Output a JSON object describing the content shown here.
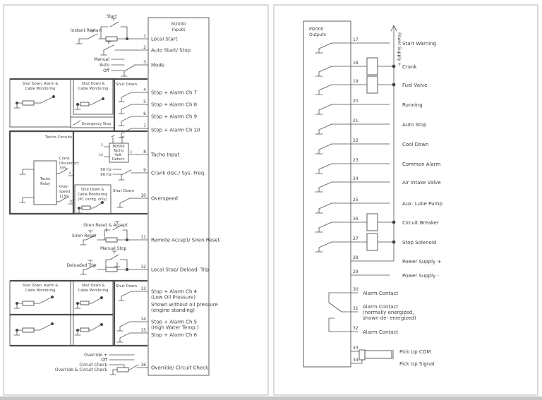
{
  "colors": {
    "line": "#4d4d4d",
    "text": "#3f3f3f",
    "frame": "#c6c6c6",
    "background": "#ffffff"
  },
  "left": {
    "title_line1": "M2000",
    "title_line2": "Inputs",
    "pins": [
      {
        "num": "1",
        "label": "Local Start"
      },
      {
        "num": "2",
        "label": "Auto Start/ Stop"
      },
      {
        "num": "3",
        "label": "Mode"
      },
      {
        "num": "4",
        "label": "Stop + Alarm Ch 7"
      },
      {
        "num": "5",
        "label": "Stop + Alarm Ch 8"
      },
      {
        "num": "6",
        "label": "Stop + Alarm Ch 9"
      },
      {
        "num": "7",
        "label": "Stop + Alarm Ch 10"
      },
      {
        "num": "8",
        "label": "Tacho Input"
      },
      {
        "num": "9",
        "label": "Crank disc./ Sys. Freq."
      },
      {
        "num": "10",
        "label": "Overspeed"
      },
      {
        "num": "11",
        "label": "Remote Accept/ Siren Reset"
      },
      {
        "num": "12",
        "label": "Local Stop/ Deload. Trip"
      },
      {
        "num": "13",
        "label": "Stop + Alarm Ch 4",
        "label2": "(Low Oil Pressure)",
        "note1": "Shown without oil pressure",
        "note2": "(engine standing)"
      },
      {
        "num": "14",
        "label": "Stop + Alarm Ch 5",
        "label2": "(High Water Temp.)"
      },
      {
        "num": "15",
        "label": "Stop + Alarm Ch 6"
      },
      {
        "num": "16",
        "label": "Override/ Circuit Check"
      }
    ],
    "labels": {
      "start": "Start",
      "instant_restart": "Instant Restart",
      "manual": "Manual",
      "auto": "Auto",
      "off": "Off",
      "shut_down": "Shut Down",
      "monitor_box1_l1": "Shut Down, Alarm &",
      "monitor_box1_l2": "Cable Monitoring",
      "monitor_box2_l1": "Shut Down &",
      "monitor_box2_l2": "Cable Monitoring",
      "emergency_stop": "Emergency Stop",
      "tacho_circuits": "Tacho Circuits",
      "tacho_relay_l1": "Tacho",
      "tacho_relay_l2": "Relay",
      "crank_l1": "Crank",
      "crank_l2": "Disconnect",
      "crank_l3": "33%",
      "crank_ref": "9",
      "ovsp_l1": "Over-",
      "ovsp_l2": "speed",
      "ovsp_l3": "115%",
      "ovsp_ref": "10",
      "m0500_l1": "M0500",
      "m0500_l2": "Tacho",
      "m0500_l3": "Volt.",
      "m0500_l4": "Detect.",
      "m0500_pin2": "2",
      "m0500_pin10": "10",
      "m0500_pin3": "3",
      "hz50": "50 Hz",
      "hz60": "60 Hz",
      "pc_box_l1": "Shut Down &",
      "pc_box_l2": "Cable Monitoring",
      "pc_box_l3": "(PC config. only)",
      "siren_reset_accept": "Siren Reset & Accept",
      "siren_reset": "Siren Reset",
      "manual_stop": "Manual Stop",
      "deloaded_trip": "Deloaded Trip",
      "override_plus": "Override +",
      "override_off": "Off",
      "circuit_check": "Circuit Check",
      "override_circuit_check": "Override & Circuit Check"
    }
  },
  "right": {
    "title_line1": "M2000",
    "title_line2": "Outputs",
    "bus_label": "Power Supply +",
    "pins": [
      {
        "num": "17",
        "label": "Start Warning"
      },
      {
        "num": "18",
        "label": "Crank"
      },
      {
        "num": "19",
        "label": "Fuel Valve"
      },
      {
        "num": "20",
        "label": "Running"
      },
      {
        "num": "21",
        "label": "Auto Stop"
      },
      {
        "num": "22",
        "label": "Cool Down"
      },
      {
        "num": "23",
        "label": "Common Alarm"
      },
      {
        "num": "24",
        "label": "Air Intake Valve"
      },
      {
        "num": "25",
        "label": "Aux. Lube Pump"
      },
      {
        "num": "26",
        "label": "Circuit Breaker"
      },
      {
        "num": "27",
        "label": "Stop Solenoid"
      },
      {
        "num": "28",
        "label": "Power Supply +"
      },
      {
        "num": "29",
        "label": "Power Supply -"
      },
      {
        "num": "30",
        "label": "Alarm Contact"
      },
      {
        "num": "31",
        "label": "Alarm Contact",
        "label2": "(normally energized,",
        "label3": "shown de- energized)"
      },
      {
        "num": "32",
        "label": "Alarm Contact"
      },
      {
        "num": "33",
        "label": "Pick Up COM"
      },
      {
        "num": "34",
        "label": "Pick Up Signal"
      }
    ]
  }
}
